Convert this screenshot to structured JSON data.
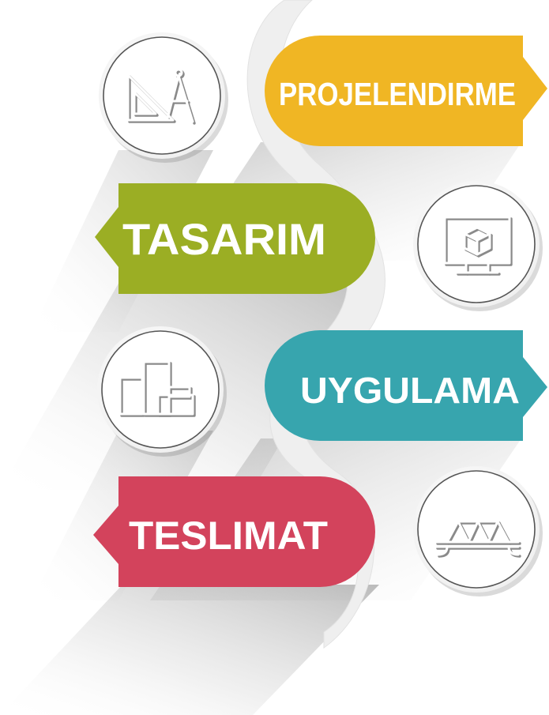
{
  "steps": [
    {
      "label": "PROJELENDIRME",
      "color": "#F0B624",
      "icon": "drafting-triangle-compass-icon"
    },
    {
      "label": "TASARIM",
      "color": "#9BAE24",
      "icon": "monitor-3d-cube-icon"
    },
    {
      "label": "UYGULAMA",
      "color": "#37A5AE",
      "icon": "building-blocks-icon"
    },
    {
      "label": "TESLIMAT",
      "color": "#D3435C",
      "icon": "truss-bridge-icon"
    }
  ],
  "colors": {
    "ribbon": "#EFEFEF",
    "icon_stroke": "#ffffff",
    "ring": "#6d6d6d"
  }
}
